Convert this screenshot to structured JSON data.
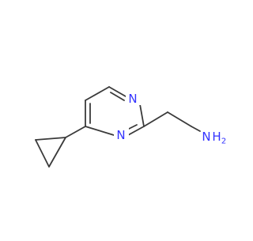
{
  "molecule": {
    "atoms": {
      "n1": {
        "symbol": "N",
        "element": "nitrogen"
      },
      "n3": {
        "symbol": "N",
        "element": "nitrogen"
      },
      "nh2_n": {
        "symbol": "N",
        "element": "nitrogen"
      },
      "nh2_h": {
        "symbol": "H",
        "element": "hydrogen"
      },
      "nh2_count": {
        "symbol": "2"
      }
    }
  },
  "colors": {
    "bond": "#3a3a3a",
    "nitrogen": "#3333ff",
    "background": "#ffffff"
  }
}
